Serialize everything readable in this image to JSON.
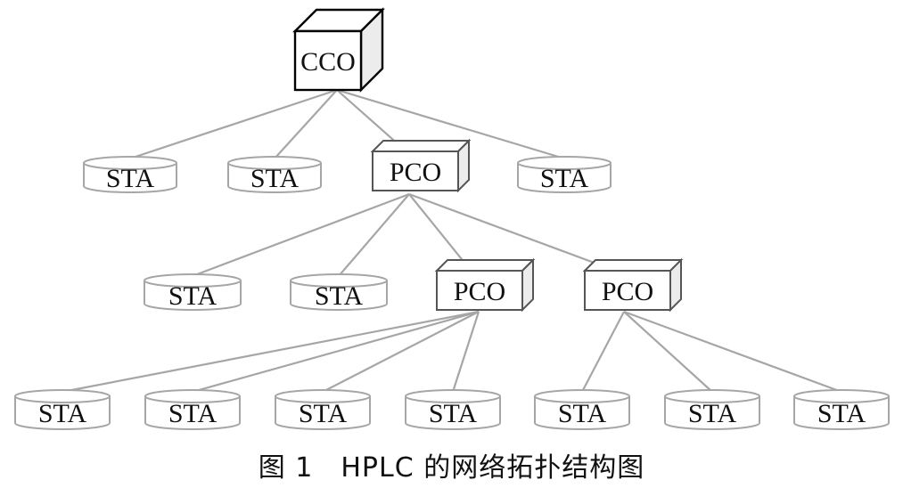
{
  "colors": {
    "edge": "#a6a6a6",
    "sta_stroke": "#a6a6a6",
    "device_stroke": "#555555",
    "cco_stroke": "#000000",
    "text": "#111111"
  },
  "diagram": {
    "nodes": {
      "cco": {
        "label": "CCO",
        "type": "cco-device"
      },
      "sta_1": {
        "label": "STA",
        "type": "station"
      },
      "sta_2": {
        "label": "STA",
        "type": "station"
      },
      "pco_1": {
        "label": "PCO",
        "type": "proxy-device"
      },
      "sta_3": {
        "label": "STA",
        "type": "station"
      },
      "sta_4": {
        "label": "STA",
        "type": "station"
      },
      "sta_5": {
        "label": "STA",
        "type": "station"
      },
      "pco_2": {
        "label": "PCO",
        "type": "proxy-device"
      },
      "pco_3": {
        "label": "PCO",
        "type": "proxy-device"
      },
      "sta_6": {
        "label": "STA",
        "type": "station"
      },
      "sta_7": {
        "label": "STA",
        "type": "station"
      },
      "sta_8": {
        "label": "STA",
        "type": "station"
      },
      "sta_9": {
        "label": "STA",
        "type": "station"
      },
      "sta_10": {
        "label": "STA",
        "type": "station"
      },
      "sta_11": {
        "label": "STA",
        "type": "station"
      },
      "sta_12": {
        "label": "STA",
        "type": "station"
      }
    },
    "edges": [
      [
        "cco",
        "sta_1"
      ],
      [
        "cco",
        "sta_2"
      ],
      [
        "cco",
        "pco_1"
      ],
      [
        "cco",
        "sta_3"
      ],
      [
        "pco_1",
        "sta_4"
      ],
      [
        "pco_1",
        "sta_5"
      ],
      [
        "pco_1",
        "pco_2"
      ],
      [
        "pco_1",
        "pco_3"
      ],
      [
        "pco_2",
        "sta_6"
      ],
      [
        "pco_2",
        "sta_7"
      ],
      [
        "pco_2",
        "sta_8"
      ],
      [
        "pco_2",
        "sta_9"
      ],
      [
        "pco_3",
        "sta_10"
      ],
      [
        "pco_3",
        "sta_11"
      ],
      [
        "pco_3",
        "sta_12"
      ]
    ]
  },
  "caption": "图 1　HPLC 的网络拓扑结构图"
}
